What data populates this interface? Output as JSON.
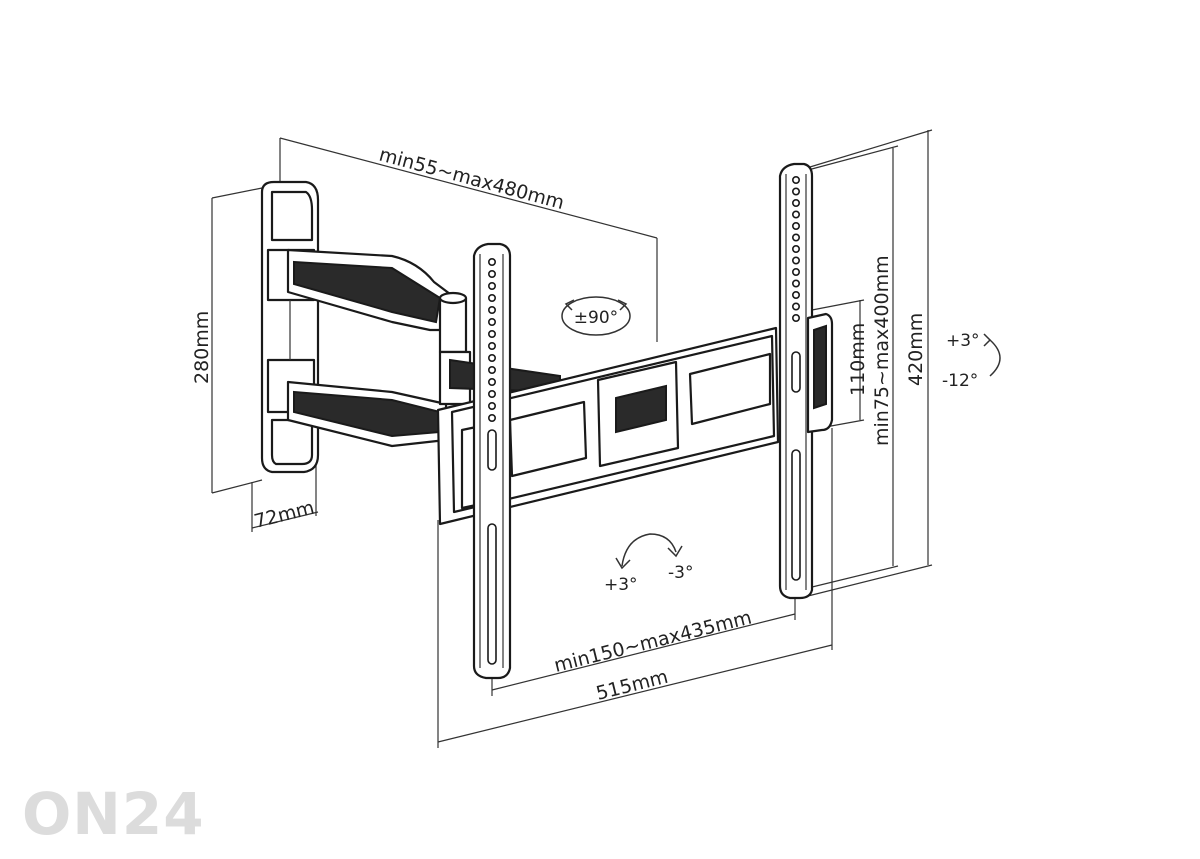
{
  "dimensions": {
    "arm_extension": "min55~max480mm",
    "wall_plate_height": "280mm",
    "wall_plate_depth": "72mm",
    "vesa_horizontal": "min150~max435mm",
    "bracket_width": "515mm",
    "vesa_vertical": "min75~max400mm",
    "bracket_height": "420mm",
    "center_plate_height": "110mm"
  },
  "angles": {
    "swivel": "±90°",
    "tilt_up": "+3°",
    "tilt_down": "-12°",
    "rotation_left": "+3°",
    "rotation_right": "-3°"
  },
  "watermark": {
    "text": "ON24",
    "color": "#dcdcdc"
  },
  "colors": {
    "line": "#333333",
    "part": "#1a1a1a"
  },
  "icons": {
    "swivel": "swivel-arrows-icon",
    "tilt": "tilt-arrow-icon",
    "rotation": "rotation-arrow-icon"
  }
}
